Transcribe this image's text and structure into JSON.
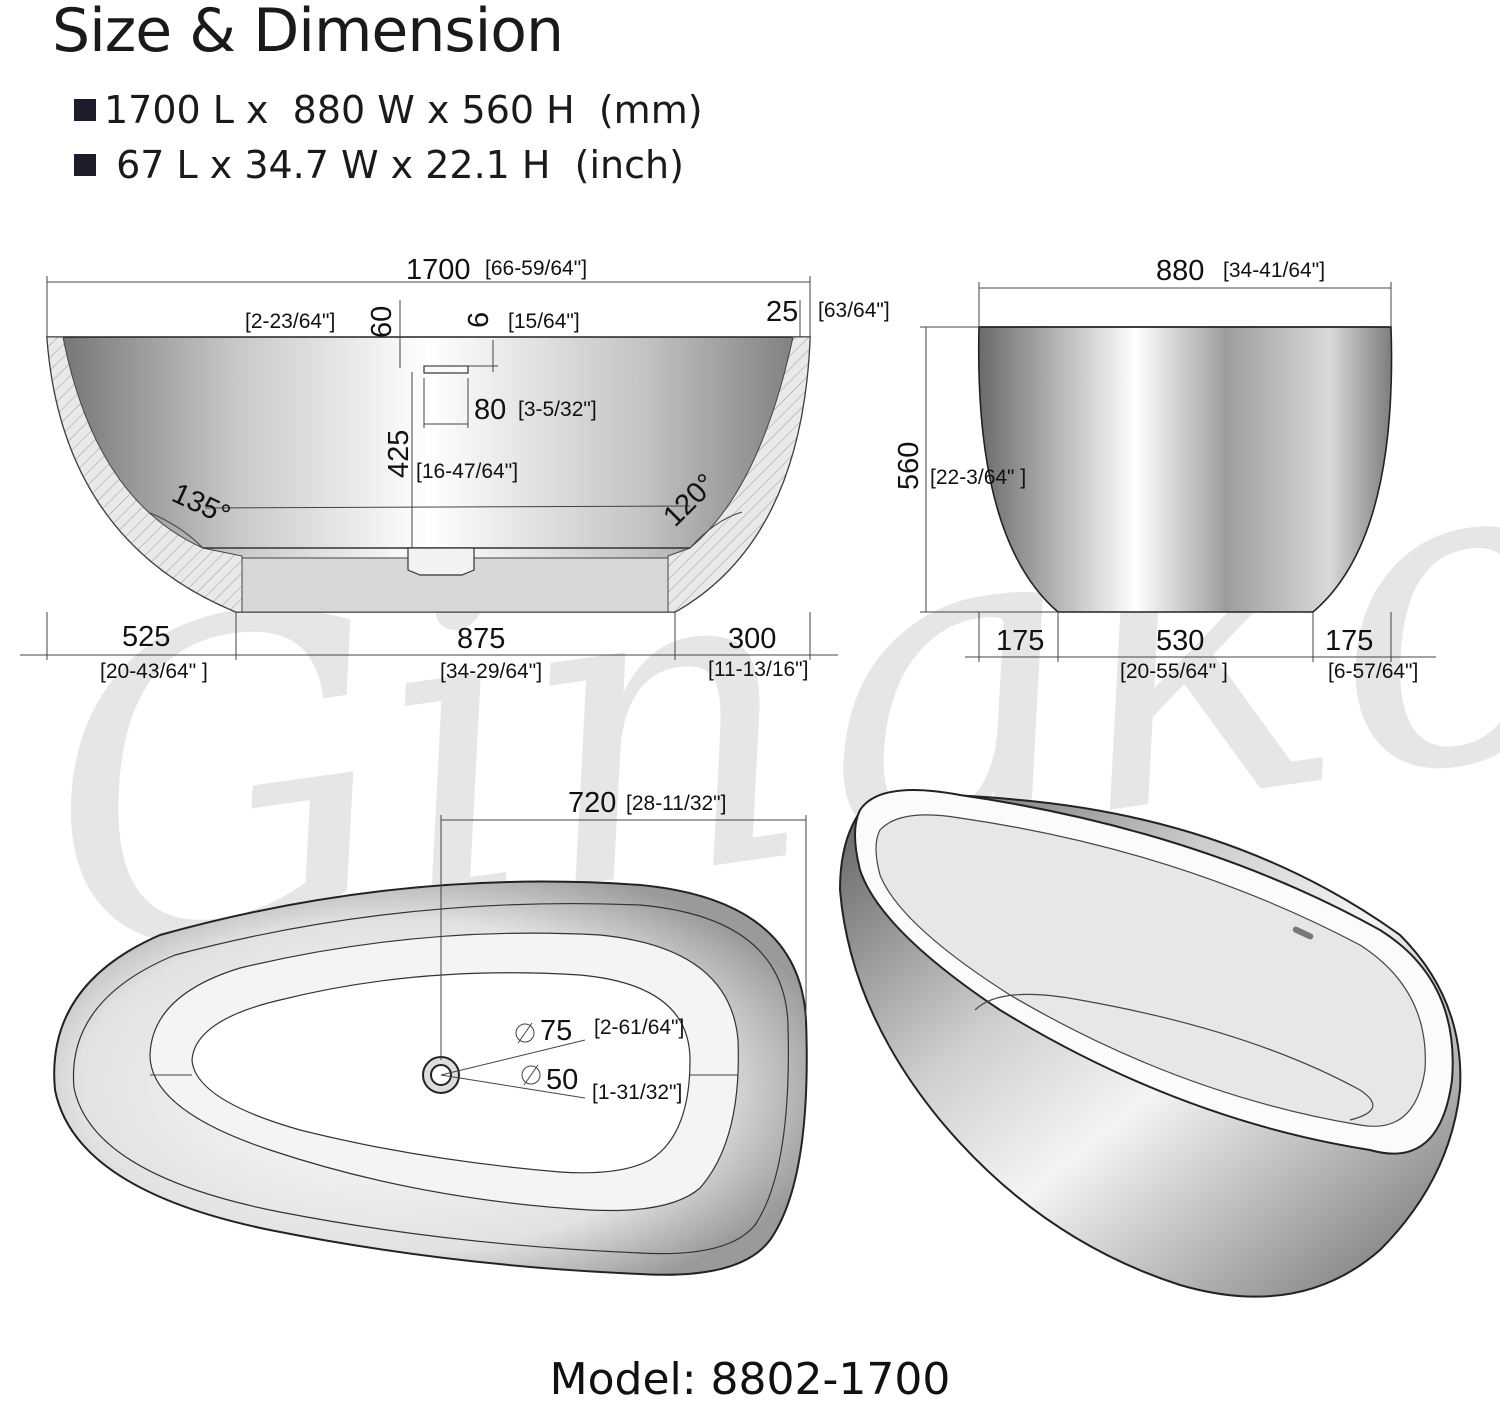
{
  "title": "Size & Dimension",
  "specs": {
    "mm": "1700 L x  880 W x 560 H  (mm)",
    "inch": " 67 L x 34.7 W x 22.1 H  (inch)"
  },
  "watermark": "Gingko",
  "model": "Model: 8802-1700",
  "front_view": {
    "length": "1700",
    "length_in": "[66-59/64\"]",
    "overflow_offset": "60",
    "overflow_offset_in": "[2-23/64\"]",
    "overflow_height": "6",
    "overflow_height_in": "[15/64\"]",
    "rim": "25",
    "rim_in": "[63/64\"]",
    "overflow_width": "80",
    "overflow_width_in": "[3-5/32\"]",
    "inner_depth": "425",
    "inner_depth_in": "[16-47/64\"]",
    "angle_left": "135°",
    "angle_right": "120°",
    "left_span": "525",
    "left_span_in": "[20-43/64\" ]",
    "base": "875",
    "base_in": "[34-29/64\"]",
    "right_span": "300",
    "right_span_in": "[11-13/16\"]"
  },
  "side_view": {
    "width": "880",
    "width_in": "[34-41/64\"]",
    "height": "560",
    "height_in": "[22-3/64\" ]",
    "left_span": "175",
    "base": "530",
    "base_in": "[20-55/64\" ]",
    "right_span": "175",
    "right_span_in": "[6-57/64\"]"
  },
  "top_view": {
    "drain_offset": "720",
    "drain_offset_in": "[28-11/32\"]",
    "drain_outer": "75",
    "drain_outer_in": "[2-61/64\"]",
    "drain_inner": "50",
    "drain_inner_in": "[1-31/32\"]"
  },
  "colors": {
    "text": "#111111",
    "bullet": "#1c1c2a",
    "watermark": "#e6e6e6"
  }
}
